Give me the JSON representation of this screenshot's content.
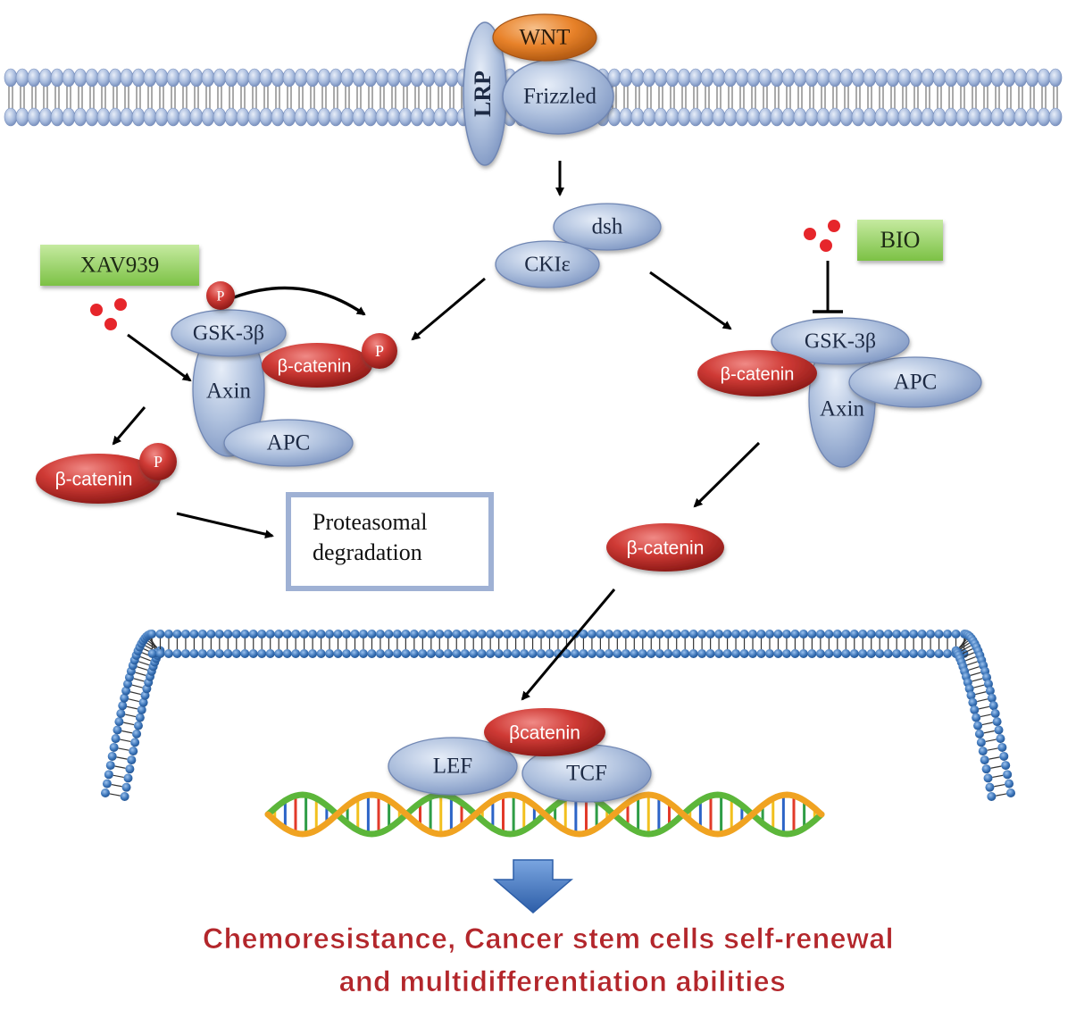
{
  "labels": {
    "wnt": "WNT",
    "lrp": "LRP",
    "frizzled": "Frizzled",
    "dsh": "dsh",
    "ckie": "CKIε",
    "xav939": "XAV939",
    "bio": "BIO",
    "p": "P",
    "gsk3b": "GSK-3β",
    "bcatenin": "β-catenin",
    "axin": "Axin",
    "apc": "APC",
    "proteasomal_line1": "Proteasomal",
    "proteasomal_line2": "degradation",
    "bcatenin_nuclear": "βcatenin",
    "lef": "LEF",
    "tcf": "TCF",
    "outcome_line1": "Chemoresistance, Cancer stem cells self-renewal",
    "outcome_line2": "and multidifferentiation abilities"
  },
  "colors": {
    "protein_blue": "#a9bbd9",
    "protein_blue_edge": "#6f86b3",
    "catenin_red": "#c8302f",
    "wnt_orange": "#e8822a",
    "drug_green": "#8fcf5a",
    "dot_red": "#e6262b",
    "outcome_red": "#b3262b",
    "membrane_head": "#9db3da",
    "nuclear_head": "#3b74b8",
    "box_border": "#9fb1d4",
    "arrow_blue": "#3f74c2"
  },
  "icons": {
    "drug_dots": "red-molecule-dots-icon",
    "inhibit": "inhibition-bar-icon",
    "dna": "dna-helix-icon",
    "down_arrow": "down-arrow-icon"
  }
}
